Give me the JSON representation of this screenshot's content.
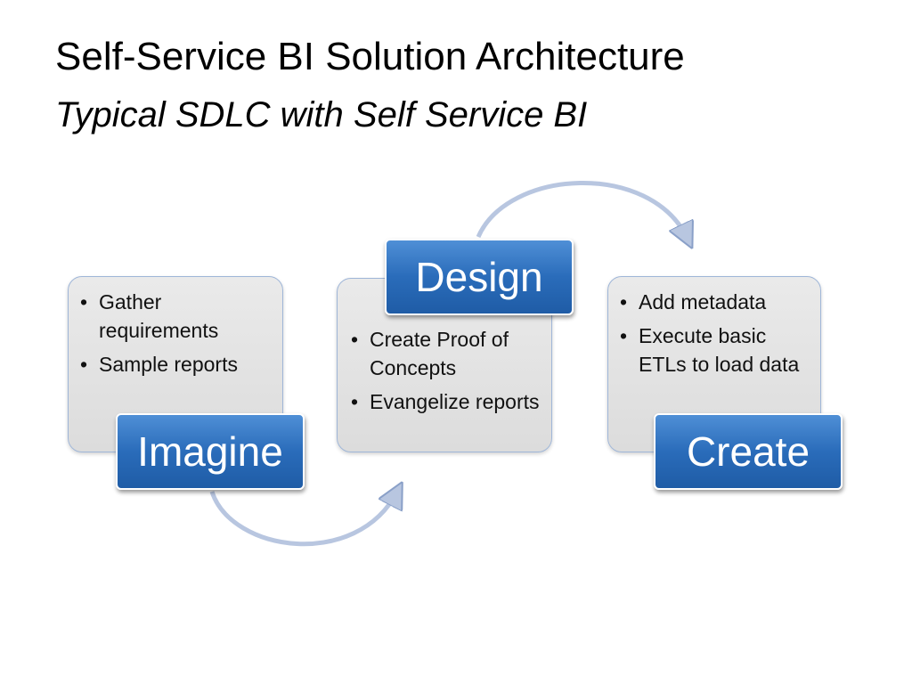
{
  "title": "Self-Service BI Solution Architecture",
  "subtitle": "Typical SDLC with Self Service BI",
  "stages": [
    {
      "label": "Imagine",
      "items": [
        "Gather requirements",
        "Sample reports"
      ]
    },
    {
      "label": "Design",
      "items": [
        "Create Proof of Concepts",
        "Evangelize reports"
      ]
    },
    {
      "label": "Create",
      "items": [
        "Add metadata",
        "Execute basic ETLs to load data"
      ]
    }
  ],
  "colors": {
    "stage_fill": "#2a6cba",
    "card_fill": "#e2e2e2",
    "arrow": "#b8c6e0"
  }
}
